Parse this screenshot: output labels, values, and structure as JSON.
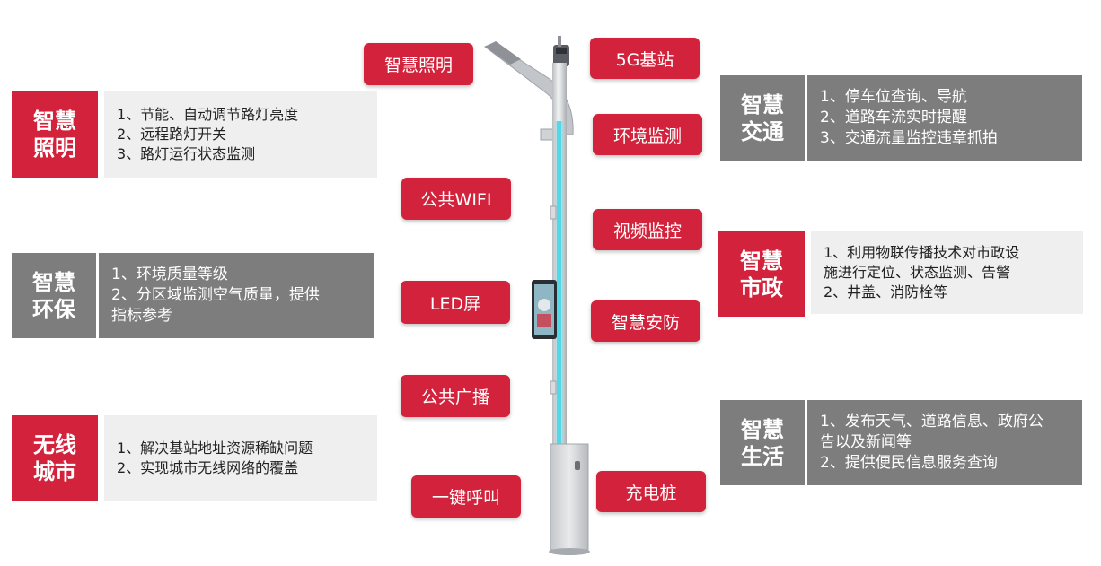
{
  "left_cards": [
    {
      "title": "智慧\n照明",
      "lines": [
        "1、节能、自动调节路灯亮度",
        "2、远程路灯开关",
        "3、路灯运行状态监测"
      ]
    },
    {
      "title": "智慧\n环保",
      "lines": [
        "1、环境质量等级",
        "2、分区域监测空气质量，提供",
        "指标参考"
      ]
    },
    {
      "title": "无线\n城市",
      "lines": [
        "1、解决基站地址资源稀缺问题",
        "2、实现城市无线网络的覆盖"
      ]
    }
  ],
  "right_cards": [
    {
      "title": "智慧\n交通",
      "lines": [
        "1、停车位查询、导航",
        "2、道路车流实时提醒",
        "3、交通流量监控违章抓拍"
      ]
    },
    {
      "title": "智慧\n市政",
      "lines": [
        "1、利用物联传播技术对市政设",
        "施进行定位、状态监测、告警",
        "2、井盖、消防栓等"
      ]
    },
    {
      "title": "智慧\n生活",
      "lines": [
        "1、发布天气、道路信息、政府公",
        "告以及新闻等",
        "2、提供便民信息服务查询"
      ]
    }
  ],
  "tags": {
    "lighting": "智慧照明",
    "base_station": "5G基站",
    "env_monitor": "环境监测",
    "wifi": "公共WIFI",
    "video": "视频监控",
    "led": "LED屏",
    "security": "智慧安防",
    "broadcast": "公共广播",
    "sos": "一键呼叫",
    "charging": "充电桩"
  },
  "colors": {
    "accent_red": "#d3223b",
    "gray": "#7d7d7d",
    "light_gray": "#efefef",
    "pole_glow": "#3fd6e6"
  }
}
